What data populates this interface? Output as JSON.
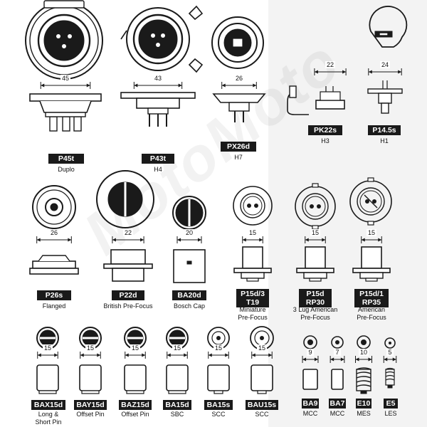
{
  "watermark": "MotoMoto",
  "rows": [
    [
      {
        "key": "p45t",
        "code": [
          "P45t"
        ],
        "name": [
          "Duplo"
        ],
        "dim": "45"
      },
      {
        "key": "p43t",
        "code": [
          "P43t"
        ],
        "name": [
          "H4"
        ],
        "dim": "43"
      },
      {
        "key": "px26d",
        "code": [
          "PX26d"
        ],
        "name": [
          "H7"
        ],
        "dim": "26"
      },
      {
        "key": "pk22s",
        "code": [
          "PK22s"
        ],
        "name": [
          "H3"
        ],
        "dim": "22"
      },
      {
        "key": "p14-5s",
        "code": [
          "P14.5s"
        ],
        "name": [
          "H1"
        ],
        "dim": "24"
      }
    ],
    [
      {
        "key": "p26s",
        "code": [
          "P26s"
        ],
        "name": [
          "Flanged"
        ],
        "dim": "26"
      },
      {
        "key": "p22d",
        "code": [
          "P22d"
        ],
        "name": [
          "British Pre-Focus"
        ],
        "dim": "22"
      },
      {
        "key": "ba20d",
        "code": [
          "BA20d"
        ],
        "name": [
          "Bosch Cap"
        ],
        "dim": "20"
      },
      {
        "key": "p15d3",
        "code": [
          "P15d/3",
          "T19"
        ],
        "name": [
          "Miniature",
          "Pre-Focus"
        ],
        "dim": "15"
      },
      {
        "key": "p15d-rp30",
        "code": [
          "P15d",
          "RP30"
        ],
        "name": [
          "3 Lug American",
          "Pre-Focus"
        ],
        "dim": "15"
      },
      {
        "key": "p15d1-rp35",
        "code": [
          "P15d/1",
          "RP35"
        ],
        "name": [
          "American",
          "Pre-Focus"
        ],
        "dim": "15"
      }
    ],
    [
      {
        "key": "bax15d",
        "code": [
          "BAX15d"
        ],
        "name": [
          "Long &",
          "Short Pin"
        ],
        "dim": "15"
      },
      {
        "key": "bay15d",
        "code": [
          "BAY15d"
        ],
        "name": [
          "Offset Pin"
        ],
        "dim": "15"
      },
      {
        "key": "baz15d",
        "code": [
          "BAZ15d"
        ],
        "name": [
          "Offset Pin"
        ],
        "dim": "15"
      },
      {
        "key": "ba15d",
        "code": [
          "BA15d"
        ],
        "name": [
          "SBC"
        ],
        "dim": "15"
      },
      {
        "key": "ba15s",
        "code": [
          "BA15s"
        ],
        "name": [
          "SCC"
        ],
        "dim": "15"
      },
      {
        "key": "bau15s",
        "code": [
          "BAU15s"
        ],
        "name": [
          "SCC"
        ],
        "dim": "15"
      },
      {
        "key": "ba9",
        "code": [
          "BA9"
        ],
        "name": [
          "MCC"
        ],
        "dim": "9"
      },
      {
        "key": "ba7",
        "code": [
          "BA7"
        ],
        "name": [
          "MCC"
        ],
        "dim": "7"
      },
      {
        "key": "e10",
        "code": [
          "E10"
        ],
        "name": [
          "MES"
        ],
        "dim": "10"
      },
      {
        "key": "e5",
        "code": [
          "E5"
        ],
        "name": [
          "LES"
        ],
        "dim": "5"
      }
    ]
  ]
}
